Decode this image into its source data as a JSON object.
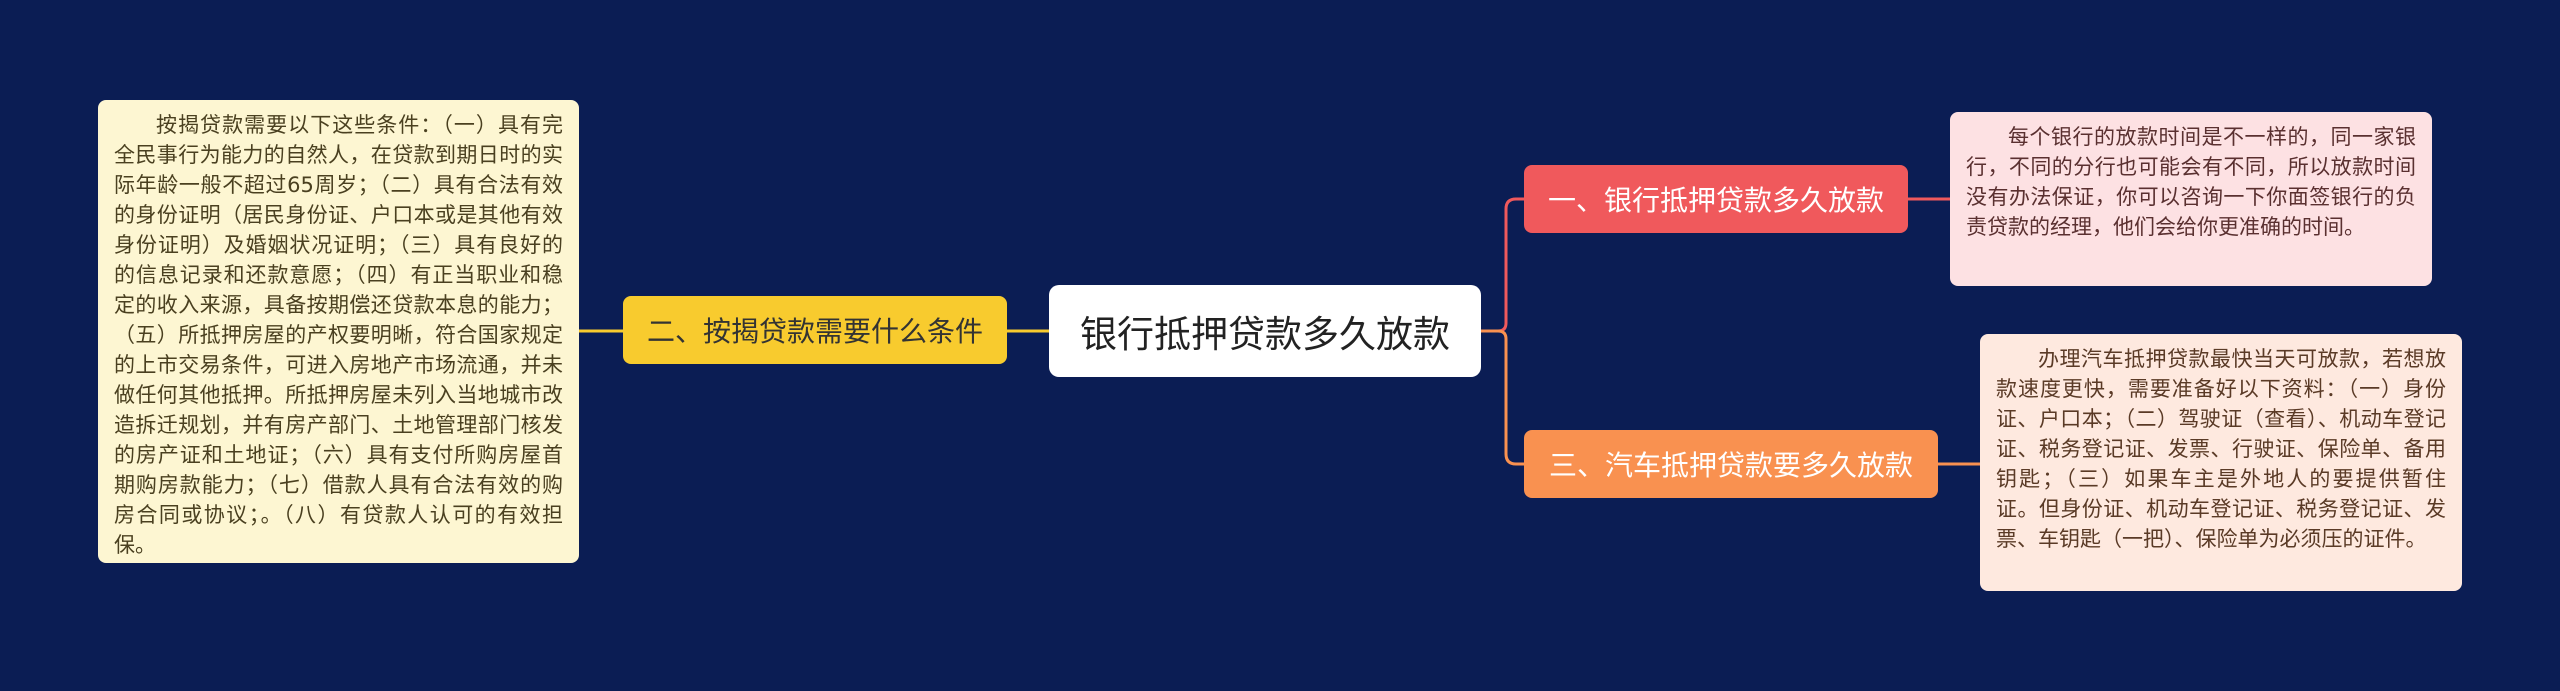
{
  "central_topic": "银行抵押贷款多久放款",
  "branches": [
    {
      "label": "一、银行抵押贷款多久放款",
      "detail": "每个银行的放款时间是不一样的，同一家银行，不同的分行也可能会有不同，所以放款时间没有办法保证，你可以咨询一下你面签银行的负责贷款的经理，他们会给你更准确的时间。",
      "color": "#f0595c"
    },
    {
      "label": "二、按揭贷款需要什么条件",
      "detail": "按揭贷款需要以下这些条件：（一）具有完全民事行为能力的自然人，在贷款到期日时的实际年龄一般不超过65周岁；（二）具有合法有效的身份证明（居民身份证、户口本或是其他有效身份证明）及婚姻状况证明；（三）具有良好的的信息记录和还款意愿；（四）有正当职业和稳定的收入来源，具备按期偿还贷款本息的能力；（五）所抵押房屋的产权要明晰，符合国家规定的上市交易条件，可进入房地产市场流通，并未做任何其他抵押。所抵押房屋未列入当地城市改造拆迁规划，并有房产部门、土地管理部门核发的房产证和土地证；（六）具有支付所购房屋首期购房款能力；（七）借款人具有合法有效的购房合同或协议；。（八）有贷款人认可的有效担保。",
      "color": "#f8cb2e"
    },
    {
      "label": "三、汽车抵押贷款要多久放款",
      "detail": "办理汽车抵押贷款最快当天可放款，若想放款速度更快，需要准备好以下资料：（一）身份证、户口本；（二）驾驶证（查看）、机动车登记证、税务登记证、发票、行驶证、保险单、备用钥匙；（三）如果车主是外地人的要提供暂住证。但身份证、机动车登记证、税务登记证、发票、车钥匙（一把）、保险单为必须压的证件。",
      "color": "#f99150"
    }
  ]
}
